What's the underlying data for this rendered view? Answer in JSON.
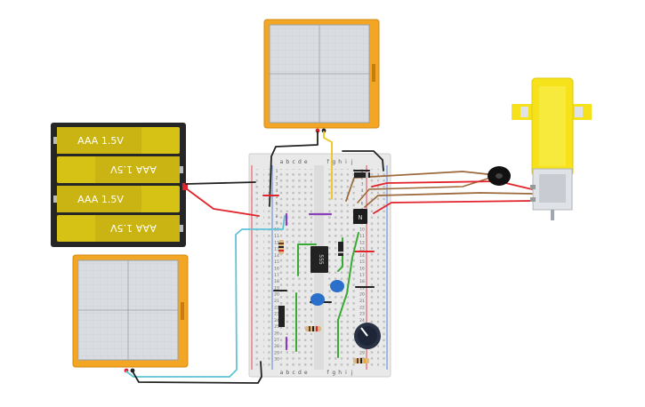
{
  "battery_pack": {
    "cells": [
      {
        "label": "AAA 1.5V",
        "flipped": false
      },
      {
        "label": "AAA 1.5V",
        "flipped": true
      },
      {
        "label": "AAA 1.5V",
        "flipped": false
      },
      {
        "label": "AAA 1.5V",
        "flipped": true
      }
    ]
  },
  "breadboard": {
    "column_letters_top": [
      "a",
      "b",
      "c",
      "d",
      "e",
      "f",
      "g",
      "h",
      "i",
      "j"
    ],
    "column_letters_bottom": [
      "a",
      "b",
      "c",
      "d",
      "e",
      "f",
      "g",
      "h",
      "i",
      "j"
    ],
    "row_numbers": [
      1,
      2,
      3,
      4,
      5,
      6,
      7,
      8,
      9,
      10,
      11,
      12,
      13,
      14,
      15,
      16,
      17,
      18,
      19,
      20,
      21,
      22,
      23,
      24,
      25,
      26,
      27,
      28,
      29,
      30
    ]
  },
  "components": {
    "ic_label": "555",
    "transistor_label": "N"
  },
  "colors": {
    "oscilloscope_frame": "#f2a623",
    "screen": "#d9dde2",
    "battery_cell": "#d6c214",
    "motor_body": "#f5e21b",
    "wire_red": "#e3232b",
    "wire_black": "#222222",
    "wire_yellow": "#f0c419",
    "wire_teal": "#5fc4d6",
    "wire_brown": "#9c6a3c",
    "wire_green": "#3aaa35",
    "wire_purple": "#8a3fb8",
    "capacitor": "#2a6fc9"
  }
}
